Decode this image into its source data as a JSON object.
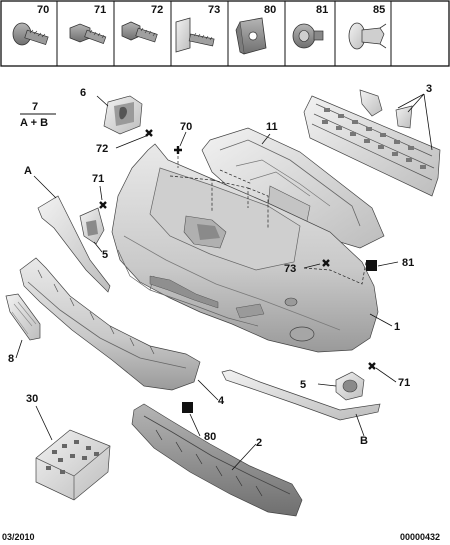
{
  "header_parts": [
    {
      "number": "70",
      "icon": "flange-bolt-icon"
    },
    {
      "number": "71",
      "icon": "hex-screw-icon"
    },
    {
      "number": "72",
      "icon": "hex-bolt-icon"
    },
    {
      "number": "73",
      "icon": "stud-plate-icon"
    },
    {
      "number": "80",
      "icon": "clip-nut-icon"
    },
    {
      "number": "81",
      "icon": "cage-nut-icon"
    },
    {
      "number": "85",
      "icon": "push-rivet-icon"
    }
  ],
  "callouts": {
    "c1": "1",
    "c2": "2",
    "c3": "3",
    "c4": "4",
    "c5a": "5",
    "c5b": "5",
    "c6": "6",
    "c7": "7",
    "c7_formula": "A + B",
    "c8": "8",
    "c11": "11",
    "c30": "30",
    "cA": "A",
    "cB": "B",
    "c70": "70",
    "c71a": "71",
    "c71b": "71",
    "c72": "72",
    "c73": "73",
    "c80": "80",
    "c81": "81"
  },
  "footer": {
    "date": "03/2010",
    "ref": "00000432"
  }
}
